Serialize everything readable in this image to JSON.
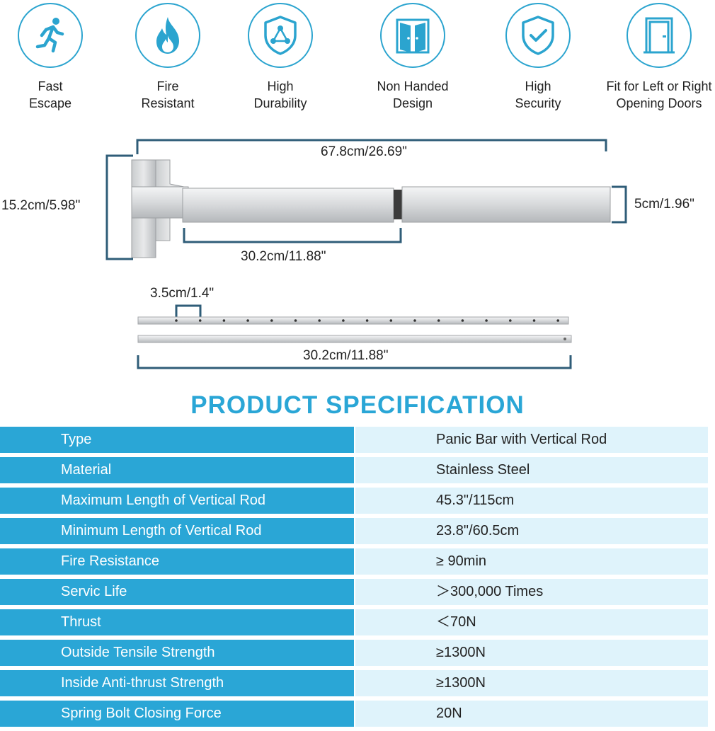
{
  "features": [
    {
      "icon": "running-person-icon",
      "label": "Fast\nEscape"
    },
    {
      "icon": "flame-icon",
      "label": "Fire\nResistant"
    },
    {
      "icon": "shield-network-icon",
      "label": "High\nDurability"
    },
    {
      "icon": "double-door-icon",
      "label": "Non Handed\nDesign"
    },
    {
      "icon": "shield-check-icon",
      "label": "High\nSecurity"
    },
    {
      "icon": "door-icon",
      "label": "Fit for Left or Right\nOpening Doors"
    }
  ],
  "dimensions": {
    "total_length": "67.8cm/26.69\"",
    "height": "15.2cm/5.98\"",
    "bar_height": "5cm/1.96\"",
    "push_length": "30.2cm/11.88\"",
    "hole_spacing": "3.5cm/1.4\"",
    "rod_length": "30.2cm/11.88\""
  },
  "spec": {
    "title": "PRODUCT SPECIFICATION",
    "rows": [
      {
        "key": "Type",
        "value": "Panic Bar with Vertical Rod"
      },
      {
        "key": "Material",
        "value": "Stainless Steel"
      },
      {
        "key": "Maximum Length of Vertical Rod",
        "value": "45.3\"/115cm"
      },
      {
        "key": "Minimum Length of Vertical Rod",
        "value": "23.8\"/60.5cm"
      },
      {
        "key": "Fire Resistance",
        "value": "≥ 90min"
      },
      {
        "key": "Servic Life",
        "value": "＞300,000 Times"
      },
      {
        "key": "Thrust",
        "value": "＜70N"
      },
      {
        "key": "Outside Tensile Strength",
        "value": "≥1300N"
      },
      {
        "key": "Inside Anti-thrust Strength",
        "value": "≥1300N"
      },
      {
        "key": "Spring Bolt Closing Force",
        "value": "20N"
      }
    ]
  },
  "colors": {
    "accent": "#2aa6d6",
    "value_bg": "#dff3fb",
    "dim_line": "#2f5d78"
  }
}
